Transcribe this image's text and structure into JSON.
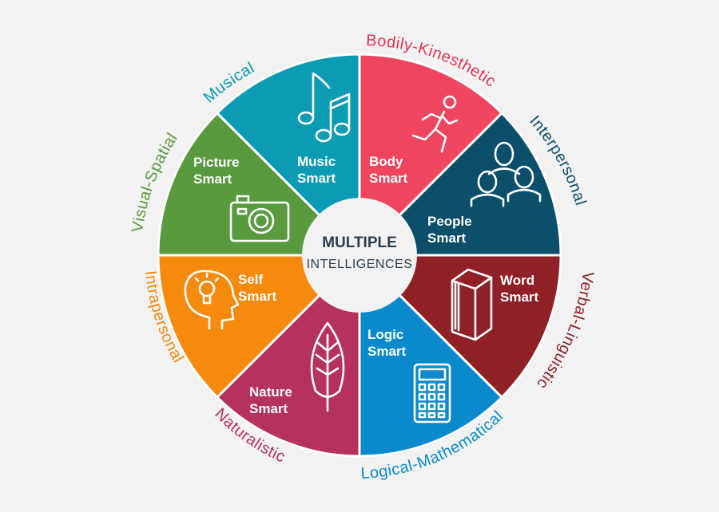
{
  "center": {
    "title": "MULTIPLE",
    "subtitle": "INTELLIGENCES"
  },
  "segments": [
    {
      "key": "body",
      "line1": "Body",
      "line2": "Smart",
      "outer": "Bodily-Kinesthetic",
      "color": "#f0455f",
      "icon": "running-person-icon"
    },
    {
      "key": "people",
      "line1": "People",
      "line2": "Smart",
      "outer": "Interpersonal",
      "color": "#0c4f6b",
      "icon": "people-icon"
    },
    {
      "key": "word",
      "line1": "Word",
      "line2": "Smart",
      "outer": "Verbal-Linguistic",
      "color": "#8f2126",
      "icon": "book-icon"
    },
    {
      "key": "logic",
      "line1": "Logic",
      "line2": "Smart",
      "outer": "Logical-Mathematical",
      "color": "#0a8acc",
      "icon": "calculator-icon"
    },
    {
      "key": "nature",
      "line1": "Nature",
      "line2": "Smart",
      "outer": "Naturalistic",
      "color": "#b5325d",
      "icon": "leaf-icon"
    },
    {
      "key": "self",
      "line1": "Self",
      "line2": "Smart",
      "outer": "Intrapersonal",
      "color": "#f68a0c",
      "icon": "lightbulb-head-icon"
    },
    {
      "key": "picture",
      "line1": "Picture",
      "line2": "Smart",
      "outer": "Visual-Spatial",
      "color": "#599a3f",
      "icon": "camera-icon"
    },
    {
      "key": "music",
      "line1": "Music",
      "line2": "Smart",
      "outer": "Musical",
      "color": "#0b9bb5",
      "icon": "music-notes-icon"
    }
  ]
}
